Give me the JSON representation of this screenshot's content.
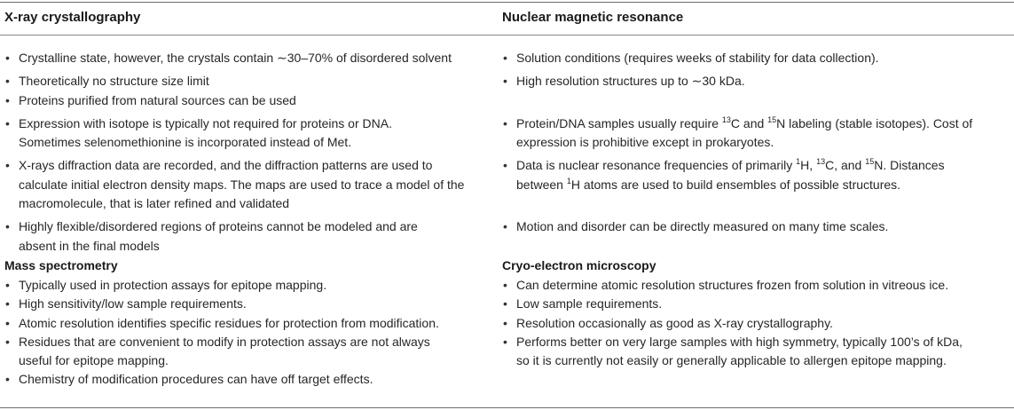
{
  "headers": {
    "left": "X-ray crystallography",
    "right": "Nuclear magnetic resonance"
  },
  "xray": {
    "items": [
      [
        "Crystalline state, however, the crystals contain ∼30–70% of disordered solvent"
      ],
      [
        "Theoretically no structure size limit"
      ],
      [
        "Proteins purified from natural sources can be used"
      ],
      [
        "Expression with isotope is typically not required for proteins or DNA.",
        "Sometimes selenomethionine is incorporated instead of Met."
      ],
      [
        "X-rays diffraction data are recorded, and the diffraction patterns are used to",
        "calculate initial electron density maps. The maps are used to trace a model of the",
        "macromolecule, that is later refined and validated"
      ],
      [
        "Highly flexible/disordered regions of proteins cannot be modeled and are",
        "absent in the final models"
      ]
    ]
  },
  "nmr": {
    "item1": "Solution conditions (requires weeks of stability for data collection).",
    "item2": "High resolution structures up to ∼30 kDa.",
    "item3": {
      "t1": "Protein/DNA samples usually require ",
      "s1": "13",
      "t2": "C and ",
      "s2": "15",
      "t3": "N labeling (stable isotopes). Cost of",
      "line2": "expression is prohibitive except in prokaryotes."
    },
    "item4": {
      "t1": "Data is nuclear resonance frequencies of primarily ",
      "s1": "1",
      "t2": "H, ",
      "s2": "13",
      "t3": "C, and ",
      "s3": "15",
      "t4": "N. Distances",
      "l2a": "between ",
      "l2s": "1",
      "l2b": "H atoms are used to build ensembles of possible structures."
    },
    "item5": "Motion and disorder can be directly measured on many time scales."
  },
  "mass_spec": {
    "heading": "Mass spectrometry",
    "items": [
      [
        "Typically used in protection assays for epitope mapping."
      ],
      [
        "High sensitivity/low sample requirements."
      ],
      [
        "Atomic resolution identifies specific residues for protection from modification."
      ],
      [
        "Residues that are convenient to modify in protection assays are not always",
        "useful for epitope mapping."
      ],
      [
        "Chemistry of modification procedures can have off target effects."
      ]
    ]
  },
  "cryo_em": {
    "heading": "Cryo-electron microscopy",
    "items": [
      [
        "Can determine atomic resolution structures frozen from solution in vitreous ice."
      ],
      [
        "Low sample requirements."
      ],
      [
        "Resolution occasionally as good as X-ray crystallography."
      ],
      [
        "Performs better on very large samples with high symmetry, typically 100’s of kDa,",
        "so it is currently not easily or generally applicable to allergen epitope mapping."
      ]
    ]
  }
}
